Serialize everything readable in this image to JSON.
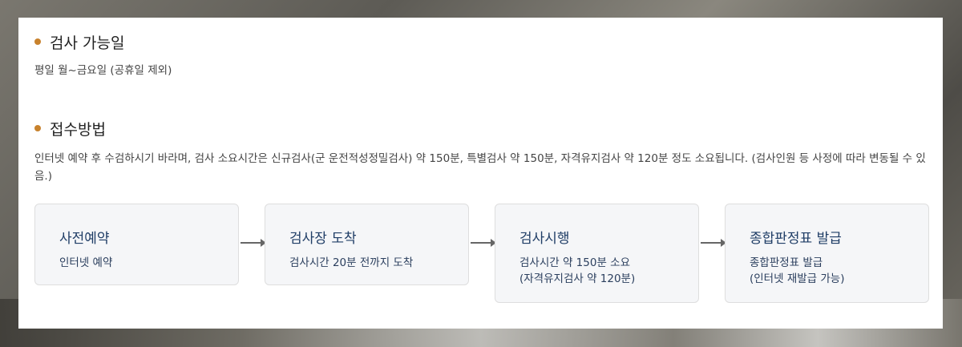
{
  "availability": {
    "title": "검사 가능일",
    "text": "평일 월~금요일 (공휴일 제외)"
  },
  "reception": {
    "title": "접수방법",
    "text": "인터넷 예약 후 수검하시기 바라며, 검사 소요시간은 신규검사(군 운전적성정밀검사) 약 150분, 특별검사 약 150분, 자격유지검사 약 120분 정도 소요됩니다. (검사인원 등 사정에 따라 변동될 수 있음.)"
  },
  "steps": [
    {
      "title": "사전예약",
      "text": "인터넷 예약"
    },
    {
      "title": "검사장 도착",
      "text": "검사시간 20분 전까지 도착"
    },
    {
      "title": "검사시행",
      "text": "검사시간 약 150분 소요\n(자격유지검사 약 120분)"
    },
    {
      "title": "종합판정표 발급",
      "text": "종합판정표 발급\n(인터넷 재발급 가능)"
    }
  ],
  "colors": {
    "accent_dot": "#c8822d",
    "step_title": "#1f3d66"
  }
}
